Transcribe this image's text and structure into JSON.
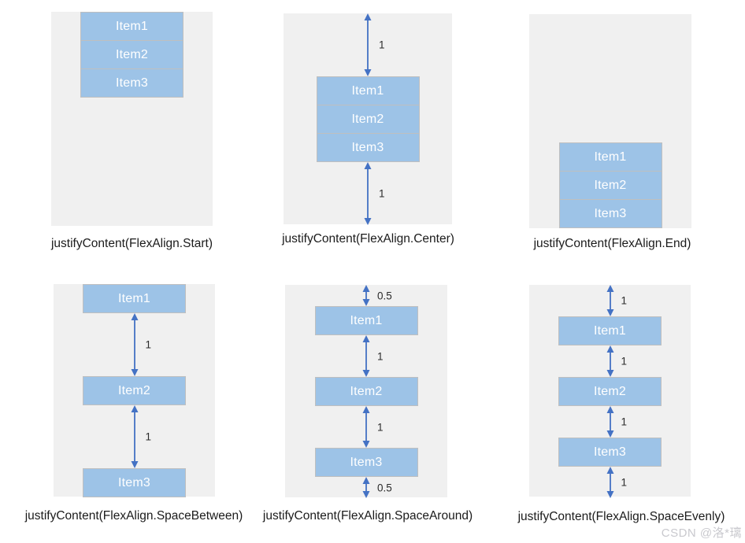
{
  "page": {
    "watermark": "CSDN @洛*璃"
  },
  "colors": {
    "canvas_bg": "#ffffff",
    "panel_bg": "#f0f0f0",
    "item_fill": "#9dc3e7",
    "item_border": "#bfbfbf",
    "item_text": "#ffffff",
    "arrow": "#4472c4",
    "caption_text": "#1b1b1b",
    "gap_label_text": "#2b2b2b",
    "watermark_text": "#c9c9ce"
  },
  "panels": [
    {
      "caption": "justifyContent(FlexAlign.Start)",
      "align": "start",
      "rows": [
        {
          "t": "item",
          "label": "Item1"
        },
        {
          "t": "item",
          "label": "Item2"
        },
        {
          "t": "item",
          "label": "Item3"
        }
      ]
    },
    {
      "caption": "justifyContent(FlexAlign.Center)",
      "align": "center",
      "rows": [
        {
          "t": "gap",
          "label": "1"
        },
        {
          "t": "item",
          "label": "Item1"
        },
        {
          "t": "item",
          "label": "Item2"
        },
        {
          "t": "item",
          "label": "Item3"
        },
        {
          "t": "gap",
          "label": "1"
        }
      ]
    },
    {
      "caption": "justifyContent(FlexAlign.End)",
      "align": "end",
      "rows": [
        {
          "t": "item",
          "label": "Item1"
        },
        {
          "t": "item",
          "label": "Item2"
        },
        {
          "t": "item",
          "label": "Item3"
        }
      ]
    },
    {
      "caption": "justifyContent(FlexAlign.SpaceBetween)",
      "align": "space-between",
      "rows": [
        {
          "t": "item",
          "label": "Item1"
        },
        {
          "t": "gap",
          "label": "1"
        },
        {
          "t": "item",
          "label": "Item2"
        },
        {
          "t": "gap",
          "label": "1"
        },
        {
          "t": "item",
          "label": "Item3"
        }
      ]
    },
    {
      "caption": "justifyContent(FlexAlign.SpaceAround)",
      "align": "space-around",
      "rows": [
        {
          "t": "gap",
          "label": "0.5"
        },
        {
          "t": "item",
          "label": "Item1"
        },
        {
          "t": "gap",
          "label": "1"
        },
        {
          "t": "item",
          "label": "Item2"
        },
        {
          "t": "gap",
          "label": "1"
        },
        {
          "t": "item",
          "label": "Item3"
        },
        {
          "t": "gap",
          "label": "0.5"
        }
      ]
    },
    {
      "caption": "justifyContent(FlexAlign.SpaceEvenly)",
      "align": "space-evenly",
      "rows": [
        {
          "t": "gap",
          "label": "1"
        },
        {
          "t": "item",
          "label": "Item1"
        },
        {
          "t": "gap",
          "label": "1"
        },
        {
          "t": "item",
          "label": "Item2"
        },
        {
          "t": "gap",
          "label": "1"
        },
        {
          "t": "item",
          "label": "Item3"
        },
        {
          "t": "gap",
          "label": "1"
        }
      ]
    }
  ]
}
